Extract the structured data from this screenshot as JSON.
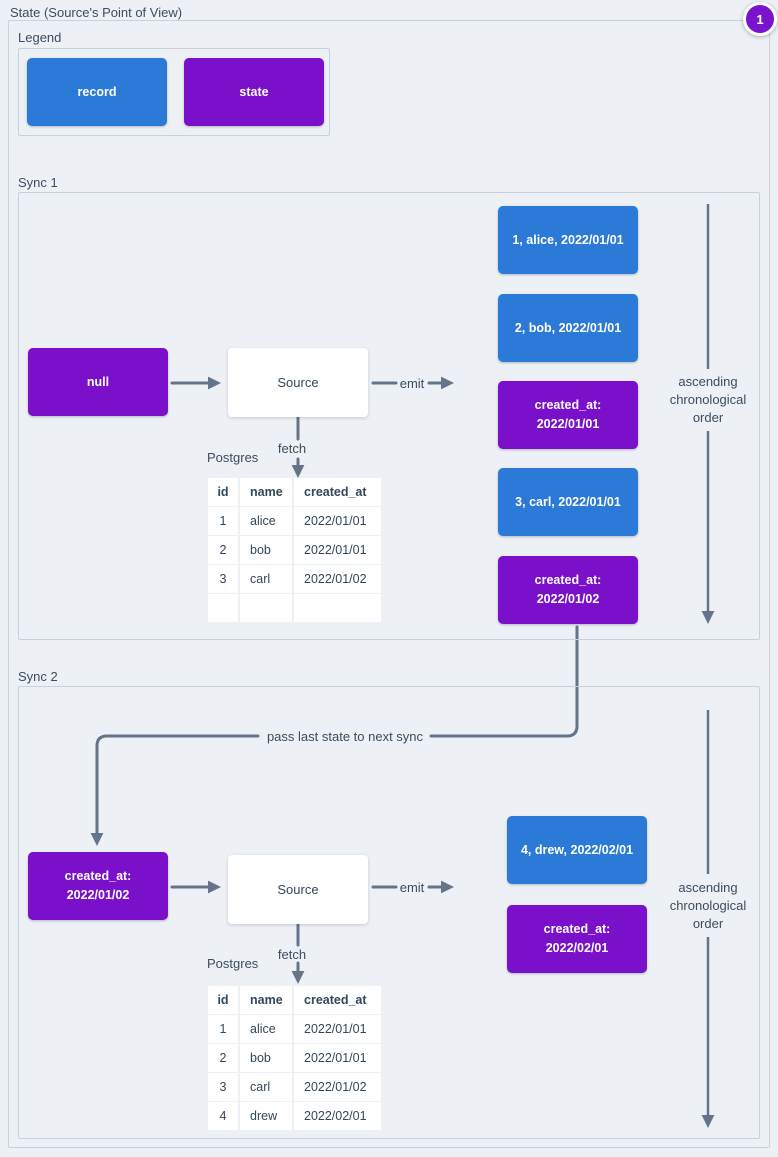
{
  "page": {
    "title": "State (Source's Point of View)",
    "badge": "1"
  },
  "legend": {
    "label": "Legend",
    "record": "record",
    "state": "state"
  },
  "labels": {
    "source": "Source",
    "emit": "emit",
    "fetch": "fetch",
    "postgres": "Postgres",
    "order_note": "ascending chronological order",
    "pass_note": "pass last state to next sync"
  },
  "colors": {
    "record_blue": "#2b7ad7",
    "state_purple": "#7a10c9",
    "line_gray": "#64758a",
    "background": "#edf0f4"
  },
  "sync1": {
    "label": "Sync 1",
    "input_state": "null",
    "emitted": [
      {
        "type": "record",
        "label": "1, alice, 2022/01/01"
      },
      {
        "type": "record",
        "label": "2, bob, 2022/01/01"
      },
      {
        "type": "state",
        "label": "created_at: 2022/01/01"
      },
      {
        "type": "record",
        "label": "3, carl, 2022/01/01"
      },
      {
        "type": "state",
        "label": "created_at: 2022/01/02"
      }
    ],
    "table": {
      "headers": [
        "id",
        "name",
        "created_at"
      ],
      "rows": [
        [
          "1",
          "alice",
          "2022/01/01"
        ],
        [
          "2",
          "bob",
          "2022/01/01"
        ],
        [
          "3",
          "carl",
          "2022/01/02"
        ],
        [
          "",
          "",
          ""
        ]
      ]
    }
  },
  "sync2": {
    "label": "Sync 2",
    "input_state": "created_at: 2022/01/02",
    "emitted": [
      {
        "type": "record",
        "label": "4, drew, 2022/02/01"
      },
      {
        "type": "state",
        "label": "created_at: 2022/02/01"
      }
    ],
    "table": {
      "headers": [
        "id",
        "name",
        "created_at"
      ],
      "rows": [
        [
          "1",
          "alice",
          "2022/01/01"
        ],
        [
          "2",
          "bob",
          "2022/01/01"
        ],
        [
          "3",
          "carl",
          "2022/01/02"
        ],
        [
          "4",
          "drew",
          "2022/02/01"
        ]
      ]
    }
  }
}
